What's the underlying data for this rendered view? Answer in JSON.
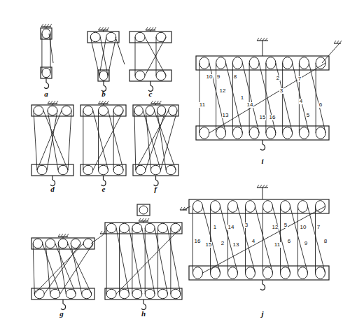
{
  "diagram": {
    "labels": [
      "a",
      "b",
      "c",
      "d",
      "e",
      "f",
      "g",
      "h",
      "i",
      "j",
      "1",
      "2",
      "3",
      "4",
      "5",
      "6",
      "7",
      "8",
      "9",
      "10",
      "11",
      "12",
      "13",
      "14",
      "15",
      "16",
      "1",
      "2",
      "3",
      "4",
      "5",
      "6",
      "7",
      "8",
      "9",
      "10",
      "11",
      "12",
      "13",
      "14",
      "15",
      "16"
    ]
  }
}
